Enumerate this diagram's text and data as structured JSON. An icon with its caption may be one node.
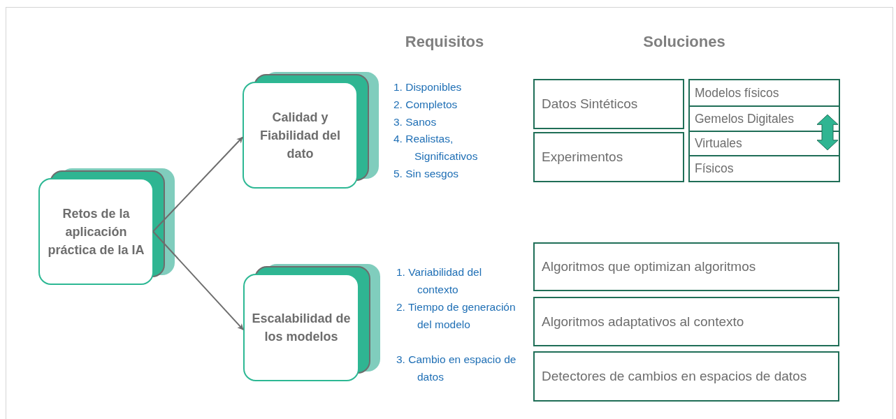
{
  "diagram": {
    "nodes": [
      {
        "text": [
          "Retos de la aplicación práctica de la IA"
        ]
      },
      {
        "text": [
          "Calidad y Fiabilidad del dato"
        ]
      },
      {
        "text": [
          "Escalabilidad de los modelos"
        ]
      },
      {
        "text": [
          "Datos Sintéticos"
        ]
      },
      {
        "text": [
          "Experimentos"
        ]
      },
      {
        "text": [
          "Modelos físicos"
        ]
      },
      {
        "text": [
          "Gemelos Digitales"
        ]
      },
      {
        "text": [
          "Virtuales"
        ]
      },
      {
        "text": [
          "Físicos"
        ]
      },
      {
        "text": [
          "Algoritmos que optimizan algoritmos"
        ]
      },
      {
        "text": [
          "Algoritmos adaptativos al contexto"
        ]
      },
      {
        "text": [
          "Detectores de cambios en espacios de datos"
        ]
      }
    ],
    "edges": [
      {
        "from": 0,
        "to": 1,
        "arrow": "to"
      },
      {
        "from": 0,
        "to": 2,
        "arrow": "to"
      },
      {
        "from": 6,
        "to": 7,
        "arrow": "both",
        "style": "thick",
        "color": "#2fb592"
      }
    ],
    "labels": [
      "Requisitos",
      "Soluciones",
      "1. Disponibles",
      "2. Completos",
      "3. Sanos",
      "4. Realistas, Significativos",
      "5. Sin sesgos",
      "1. Variabilidad del contexto",
      "2. Tiempo de generación del modelo",
      "3. Cambio en espacio de datos"
    ]
  }
}
